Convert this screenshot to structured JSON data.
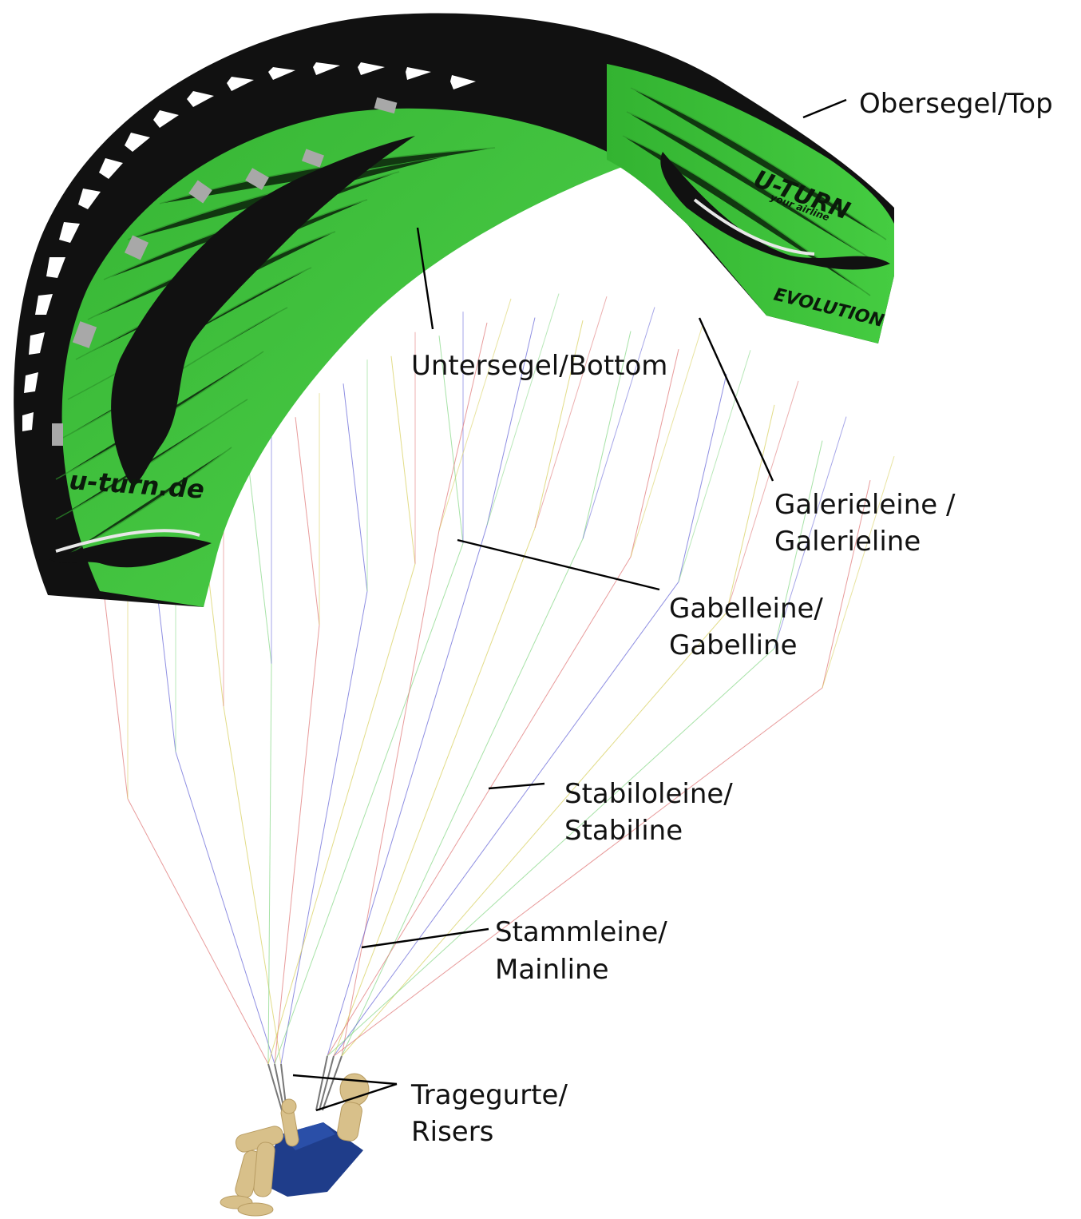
{
  "labels": {
    "top": "Obersegel/Top",
    "bottom": "Untersegel/Bottom",
    "gallery_line": [
      "Galerieleine /",
      "Galerieline"
    ],
    "cascade_line": [
      "Gabelleine/",
      "Gabelline"
    ],
    "stabilo_line": [
      "Stabiloleine/",
      "Stabiline"
    ],
    "main_line": [
      "Stammleine/",
      "Mainline"
    ],
    "risers": [
      "Tragegurte/",
      "Risers"
    ]
  },
  "branding": {
    "logo": "U-TURN",
    "tagline": "your airline",
    "model": "EVOLUTION",
    "website": "u-turn.de"
  },
  "colors": {
    "canopy_green": "#3ec43a",
    "canopy_dark_green": "#2ea02c",
    "canopy_black": "#111111",
    "harness_blue": "#1f3d8a",
    "pilot_skin": "#d8c08a",
    "line_red": "#e07a7a",
    "line_blue": "#6a6ad8",
    "line_yellow": "#d8d060",
    "line_green": "#8ad88a"
  }
}
